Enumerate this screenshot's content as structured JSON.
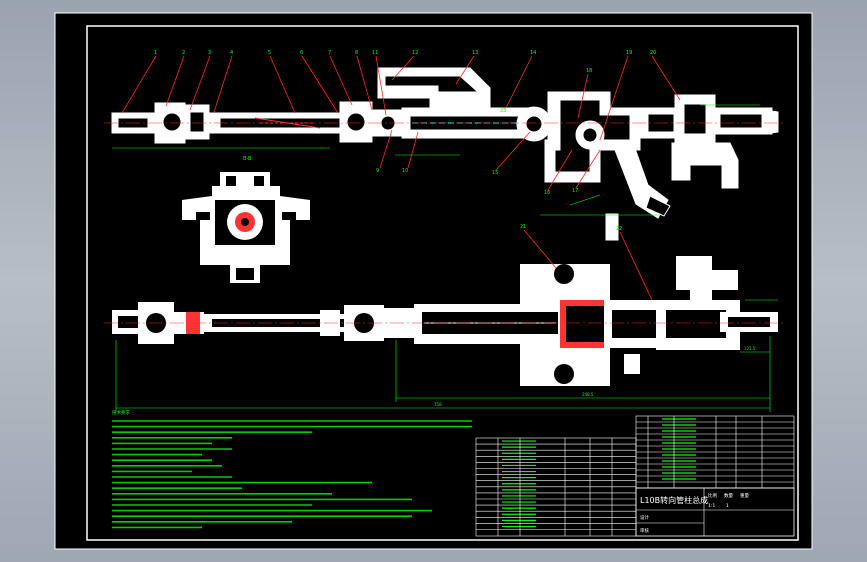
{
  "drawing": {
    "title_block_text": "L10B转向管柱总成",
    "title_block_cells": [
      "比例",
      "数量",
      "重量",
      "1:1",
      "1"
    ],
    "title_block_footer": [
      "设计",
      "审核"
    ],
    "callouts": [
      "1",
      "2",
      "3",
      "4",
      "5",
      "6",
      "7",
      "8",
      "9",
      "10",
      "11",
      "12",
      "13",
      "14",
      "15",
      "16",
      "17",
      "18",
      "19",
      "20",
      "21",
      "22",
      "23"
    ],
    "tech_requirements_heading": "技术要求",
    "section_label": "B-B",
    "dim_total": "248.5",
    "dim_overall": "758",
    "dim_tail": "121.5",
    "colors": {
      "drawing_background": "#000000",
      "geometry": "#ffffff",
      "annotation": "#00ff00",
      "leader": "#ff2a2a",
      "section_hatch": "#ff3333",
      "border": "#ffffff"
    }
  }
}
